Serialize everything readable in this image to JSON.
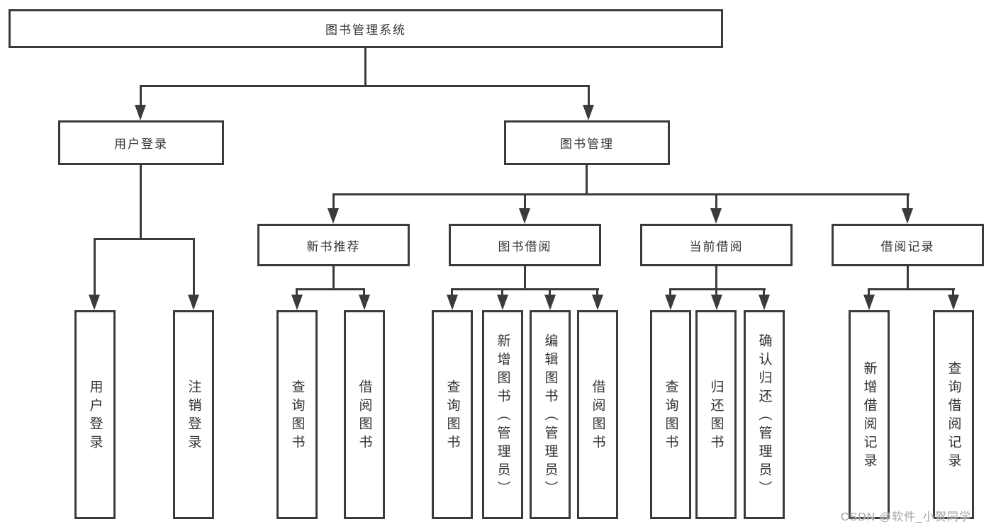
{
  "root": {
    "label": "图书管理系统"
  },
  "level2": [
    {
      "id": "user-login",
      "label": "用户登录"
    },
    {
      "id": "book-management",
      "label": "图书管理"
    }
  ],
  "level3": [
    {
      "id": "new-book-recommend",
      "label": "新书推荐",
      "parent": "图书管理"
    },
    {
      "id": "book-borrow",
      "label": "图书借阅",
      "parent": "图书管理"
    },
    {
      "id": "current-borrow",
      "label": "当前借阅",
      "parent": "图书管理"
    },
    {
      "id": "borrow-records",
      "label": "借阅记录",
      "parent": "图书管理"
    }
  ],
  "level4": [
    {
      "id": "leaf-user-login",
      "label": "用户登录",
      "parent": "用户登录"
    },
    {
      "id": "leaf-logout",
      "label": "注销登录",
      "parent": "用户登录"
    },
    {
      "id": "leaf-query-books-recommend",
      "label": "查询图书",
      "parent": "新书推荐"
    },
    {
      "id": "leaf-borrow-books-recommend",
      "label": "借阅图书",
      "parent": "新书推荐"
    },
    {
      "id": "leaf-query-books-borrow",
      "label": "查询图书",
      "parent": "图书借阅"
    },
    {
      "id": "leaf-add-books-admin",
      "label": "新增图书（管理员）",
      "parent": "图书借阅"
    },
    {
      "id": "leaf-edit-books-admin",
      "label": "编辑图书（管理员）",
      "parent": "图书借阅"
    },
    {
      "id": "leaf-borrow-books",
      "label": "借阅图书",
      "parent": "图书借阅"
    },
    {
      "id": "leaf-query-books-current",
      "label": "查询图书",
      "parent": "当前借阅"
    },
    {
      "id": "leaf-return-books",
      "label": "归还图书",
      "parent": "当前借阅"
    },
    {
      "id": "leaf-confirm-return-admin",
      "label": "确认归还（管理员）",
      "parent": "当前借阅"
    },
    {
      "id": "leaf-add-borrow-record",
      "label": "新增借阅记录",
      "parent": "借阅记录"
    },
    {
      "id": "leaf-query-borrow-record",
      "label": "查询借阅记录",
      "parent": "借阅记录"
    }
  ],
  "watermark": "CSDN @软件_小贺同学",
  "colors": {
    "line": "#3b3b3b",
    "text": "#333333",
    "watermark": "#a3a3a3",
    "background": "#ffffff"
  }
}
